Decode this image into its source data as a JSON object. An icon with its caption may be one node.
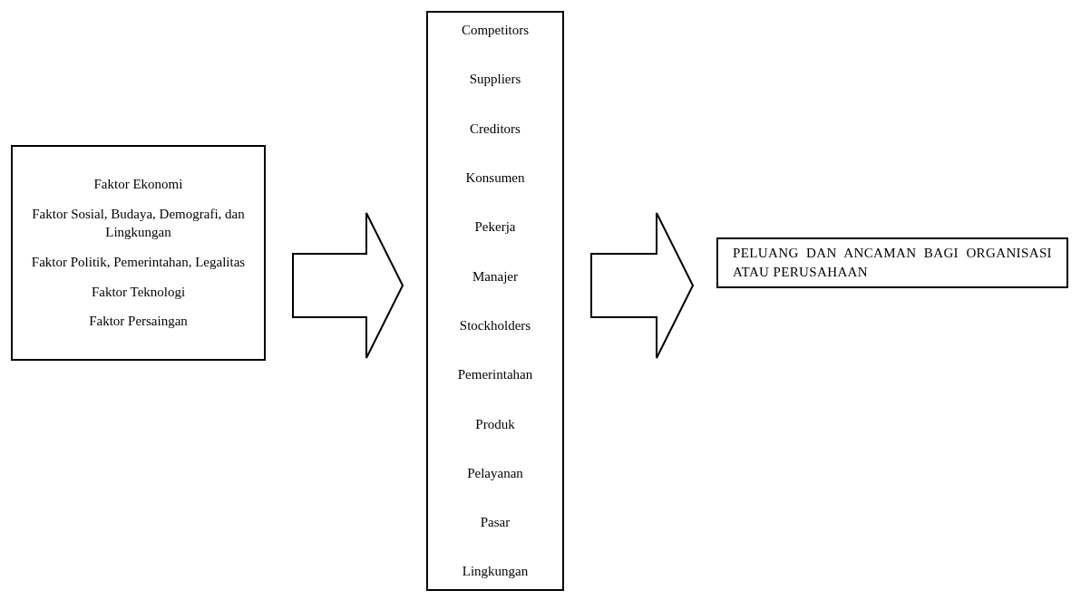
{
  "diagram": {
    "nodes": [
      {
        "text": [
          "Faktor Ekonomi",
          "Faktor Sosial, Budaya, Demografi, dan Lingkungan",
          "Faktor Politik, Pemerintahan, Legalitas",
          "Faktor Teknologi",
          "Faktor Persaingan"
        ]
      },
      {
        "text": [
          "Competitors",
          "Suppliers",
          "Creditors",
          "Konsumen",
          "Pekerja",
          "Manajer",
          "Stockholders",
          "Pemerintahan",
          "Produk",
          "Pelayanan",
          "Pasar",
          "Lingkungan"
        ]
      },
      {
        "text": [
          "PELUANG DAN ANCAMAN BAGI ORGANISASI ATAU PERUSAHAAN"
        ]
      }
    ],
    "edges": [
      {
        "from": 0,
        "to": 1,
        "arrow": "to"
      },
      {
        "from": 1,
        "to": 2,
        "arrow": "to"
      }
    ]
  }
}
